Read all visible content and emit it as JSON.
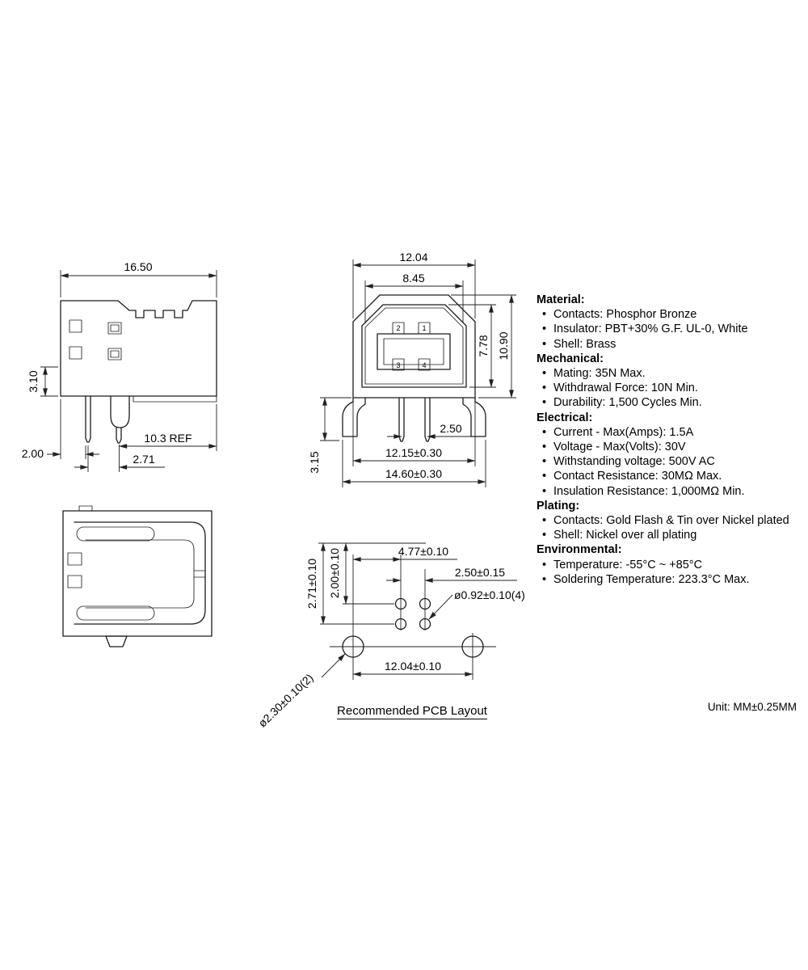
{
  "side_view": {
    "dim_width": "16.50",
    "dim_height": "3.10",
    "dim_pin_left": "2.00",
    "dim_ref": "10.3 REF",
    "dim_pin_pitch": "2.71"
  },
  "front_view": {
    "dim_outer_width": "12.04",
    "dim_inner_width": "8.45",
    "dim_inner_height": "7.78",
    "dim_outer_height": "10.90",
    "dim_pin_pitch": "2.50",
    "dim_leg_span": "12.15±0.30",
    "dim_overall_width": "14.60±0.30",
    "dim_leg_length": "3.15",
    "pin_labels": [
      "2",
      "1",
      "3",
      "4"
    ]
  },
  "pcb_layout": {
    "dim_row_far": "2.71±0.10",
    "dim_row_near": "2.00±0.10",
    "dim_col_offset": "4.77±0.10",
    "dim_pin_pitch": "2.50±0.15",
    "dim_pin_hole": "ø0.92±0.10(4)",
    "dim_mount_hole": "ø2.30±0.10(2)",
    "dim_mount_span": "12.04±0.10",
    "caption": "Recommended PCB Layout"
  },
  "specs": {
    "sections": [
      {
        "title": "Material:",
        "items": [
          "Contacts: Phosphor Bronze",
          "Insulator: PBT+30% G.F. UL-0, White",
          "Shell: Brass"
        ]
      },
      {
        "title": "Mechanical:",
        "items": [
          "Mating: 35N Max.",
          "Withdrawal Force: 10N Min.",
          "Durability: 1,500 Cycles Min."
        ]
      },
      {
        "title": "Electrical:",
        "items": [
          "Current - Max(Amps): 1.5A",
          "Voltage - Max(Volts): 30V",
          "Withstanding voltage: 500V AC",
          "Contact Resistance: 30MΩ Max.",
          "Insulation Resistance: 1,000MΩ Min."
        ]
      },
      {
        "title": "Plating:",
        "items": [
          "Contacts: Gold Flash & Tin over Nickel plated",
          "Shell: Nickel over all plating"
        ]
      },
      {
        "title": "Environmental:",
        "items": [
          "Temperature: -55°C ~ +85°C",
          "Soldering Temperature: 223.3°C Max."
        ]
      }
    ]
  },
  "footer": {
    "unit_note": "Unit: MM±0.25MM"
  }
}
